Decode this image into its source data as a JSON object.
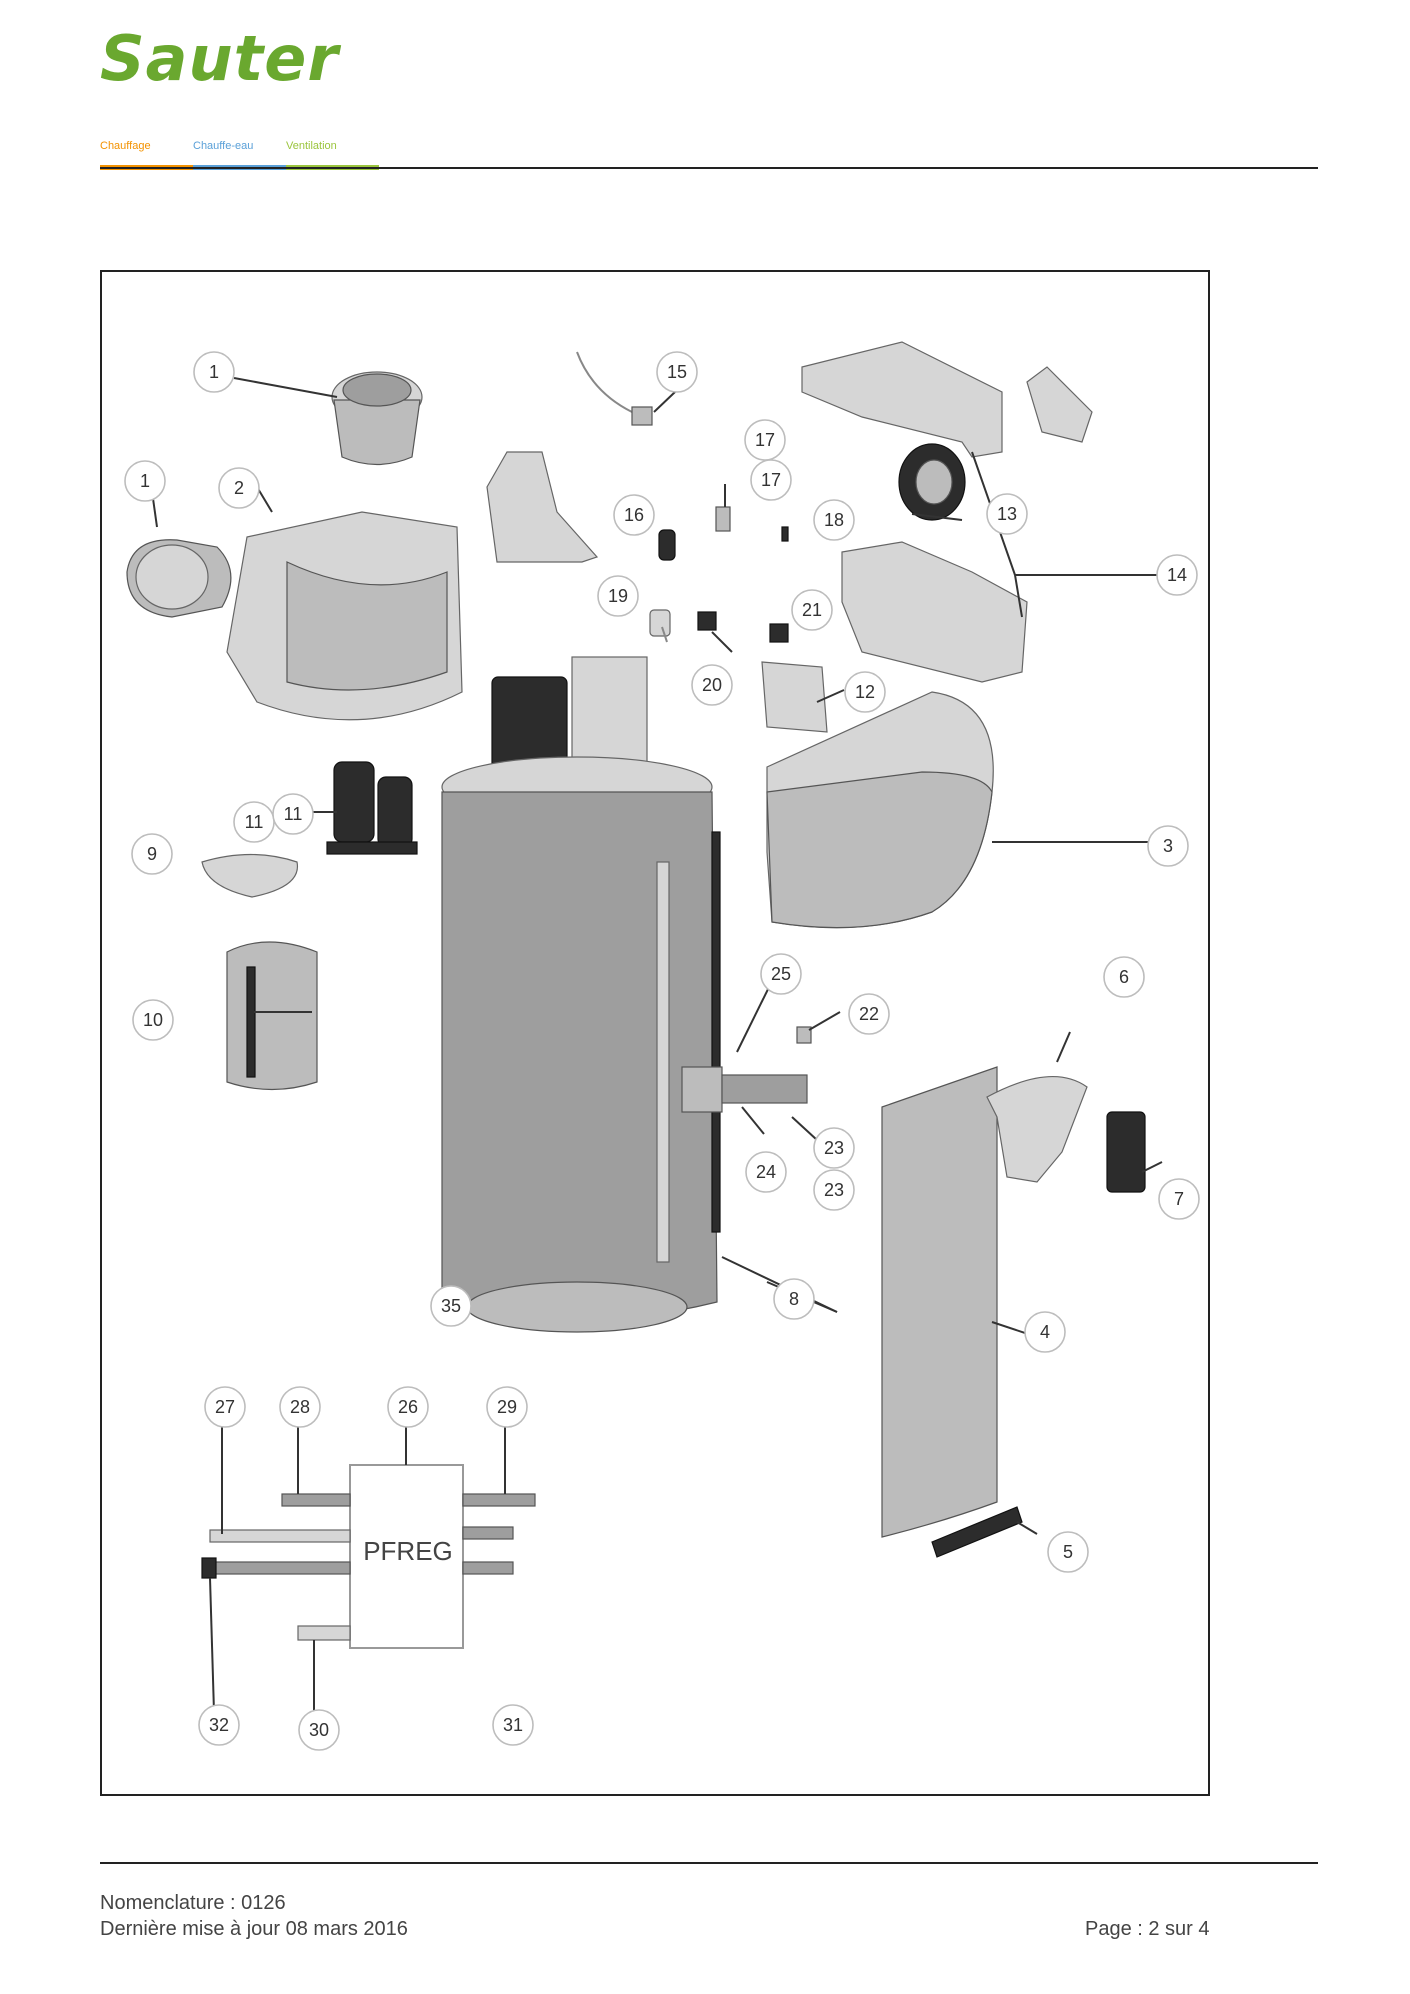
{
  "header": {
    "brand": "Sauter",
    "categories": [
      {
        "label": "Chauffage",
        "color": "#f39200"
      },
      {
        "label": "Chauffe-eau",
        "color": "#5aa0d8"
      },
      {
        "label": "Ventilation",
        "color": "#9bc53d"
      }
    ]
  },
  "diagram": {
    "board_label": "PFREG",
    "callouts": {
      "c1a": "1",
      "c1b": "1",
      "c2": "2",
      "c3": "3",
      "c4": "4",
      "c5": "5",
      "c6": "6",
      "c7": "7",
      "c8": "8",
      "c9": "9",
      "c10": "10",
      "c11a": "11",
      "c11b": "11",
      "c12": "12",
      "c13": "13",
      "c14": "14",
      "c15": "15",
      "c16": "16",
      "c17a": "17",
      "c17b": "17",
      "c18": "18",
      "c19": "19",
      "c20": "20",
      "c21": "21",
      "c22": "22",
      "c23a": "23",
      "c23b": "23",
      "c24": "24",
      "c25": "25",
      "c26": "26",
      "c27": "27",
      "c28": "28",
      "c29": "29",
      "c30": "30",
      "c31": "31",
      "c32": "32",
      "c35": "35"
    }
  },
  "footer": {
    "nomenclature": "Nomenclature : 0126",
    "updated": "Dernière mise à jour 08 mars 2016",
    "page": "Page : 2 sur 4"
  }
}
